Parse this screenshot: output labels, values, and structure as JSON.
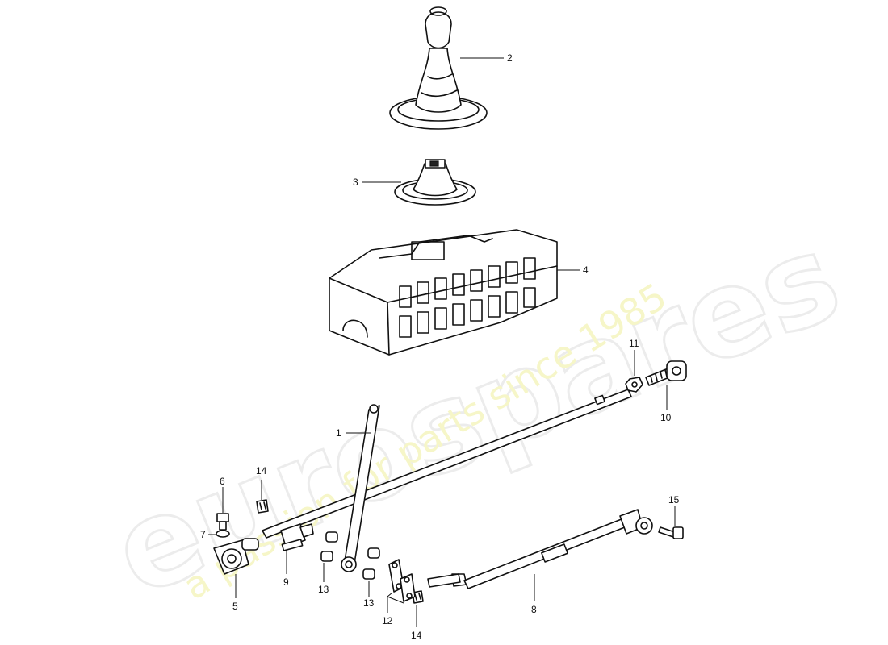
{
  "watermark": {
    "brand": "eurospares",
    "tagline": "a passion for parts since 1985"
  },
  "callouts": [
    {
      "id": "c1",
      "label": "1"
    },
    {
      "id": "c2",
      "label": "2"
    },
    {
      "id": "c3",
      "label": "3"
    },
    {
      "id": "c4",
      "label": "4"
    },
    {
      "id": "c5",
      "label": "5"
    },
    {
      "id": "c6",
      "label": "6"
    },
    {
      "id": "c7",
      "label": "7"
    },
    {
      "id": "c8",
      "label": "8"
    },
    {
      "id": "c9",
      "label": "9"
    },
    {
      "id": "c10",
      "label": "10"
    },
    {
      "id": "c11",
      "label": "11"
    },
    {
      "id": "c12",
      "label": "12"
    },
    {
      "id": "c13a",
      "label": "13"
    },
    {
      "id": "c13b",
      "label": "13"
    },
    {
      "id": "c14a",
      "label": "14"
    },
    {
      "id": "c14b",
      "label": "14"
    },
    {
      "id": "c15",
      "label": "15"
    }
  ]
}
